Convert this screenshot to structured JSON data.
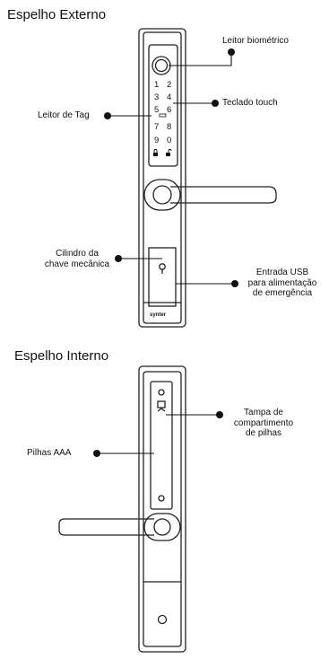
{
  "external": {
    "title": "Espelho Externo",
    "labels": {
      "biometric": "Leitor biométrico",
      "touchpad": "Teclado touch",
      "tag_reader": "Leitor de Tag",
      "cylinder_line1": "Cilindro da",
      "cylinder_line2": "chave mecânica",
      "usb_line1": "Entrada USB",
      "usb_line2": "para alimentação",
      "usb_line3": "de emergência"
    },
    "keypad": {
      "row1": [
        "1",
        "2"
      ],
      "row2": [
        "3",
        "4"
      ],
      "row3": [
        "5",
        "6"
      ],
      "row4": [
        "7",
        "8"
      ],
      "row5": [
        "9",
        "0"
      ]
    },
    "brand": "synter"
  },
  "internal": {
    "title": "Espelho Interno",
    "labels": {
      "battery_cover_line1": "Tampa de",
      "battery_cover_line2": "compartimento",
      "battery_cover_line3": "de pilhas",
      "batteries": "Pilhas AAA"
    }
  },
  "colors": {
    "ink": "#111111",
    "line": "#222222",
    "background": "#ffffff"
  }
}
